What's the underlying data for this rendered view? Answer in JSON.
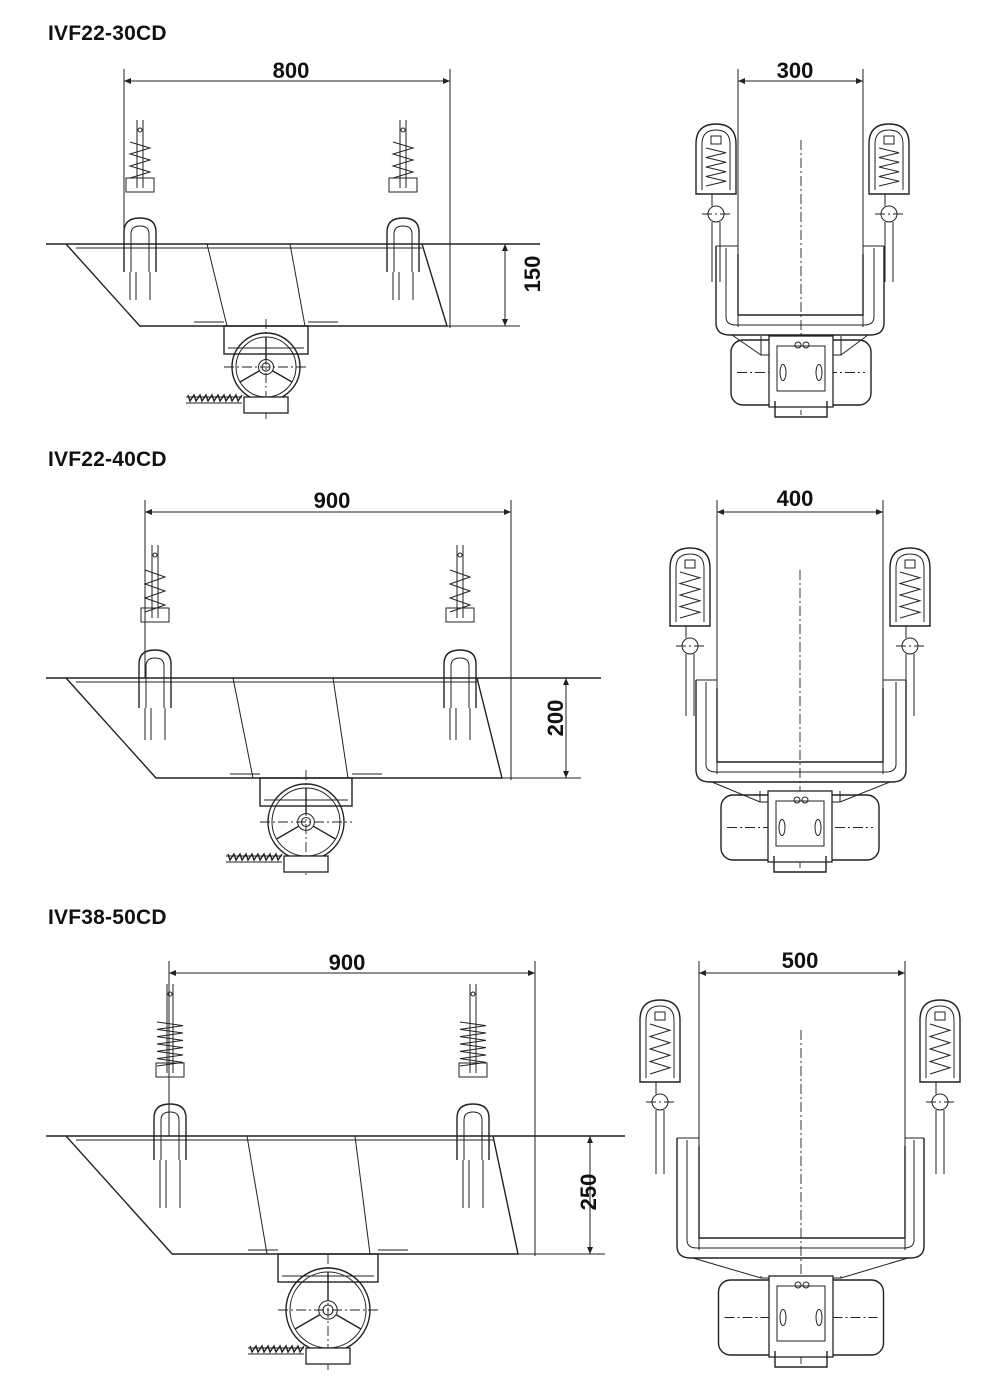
{
  "models": [
    {
      "title": "IVF22-30CD",
      "length": "800",
      "height": "150",
      "width": "300"
    },
    {
      "title": "IVF22-40CD",
      "length": "900",
      "height": "200",
      "width": "400"
    },
    {
      "title": "IVF38-50CD",
      "length": "900",
      "height": "250",
      "width": "500"
    }
  ]
}
